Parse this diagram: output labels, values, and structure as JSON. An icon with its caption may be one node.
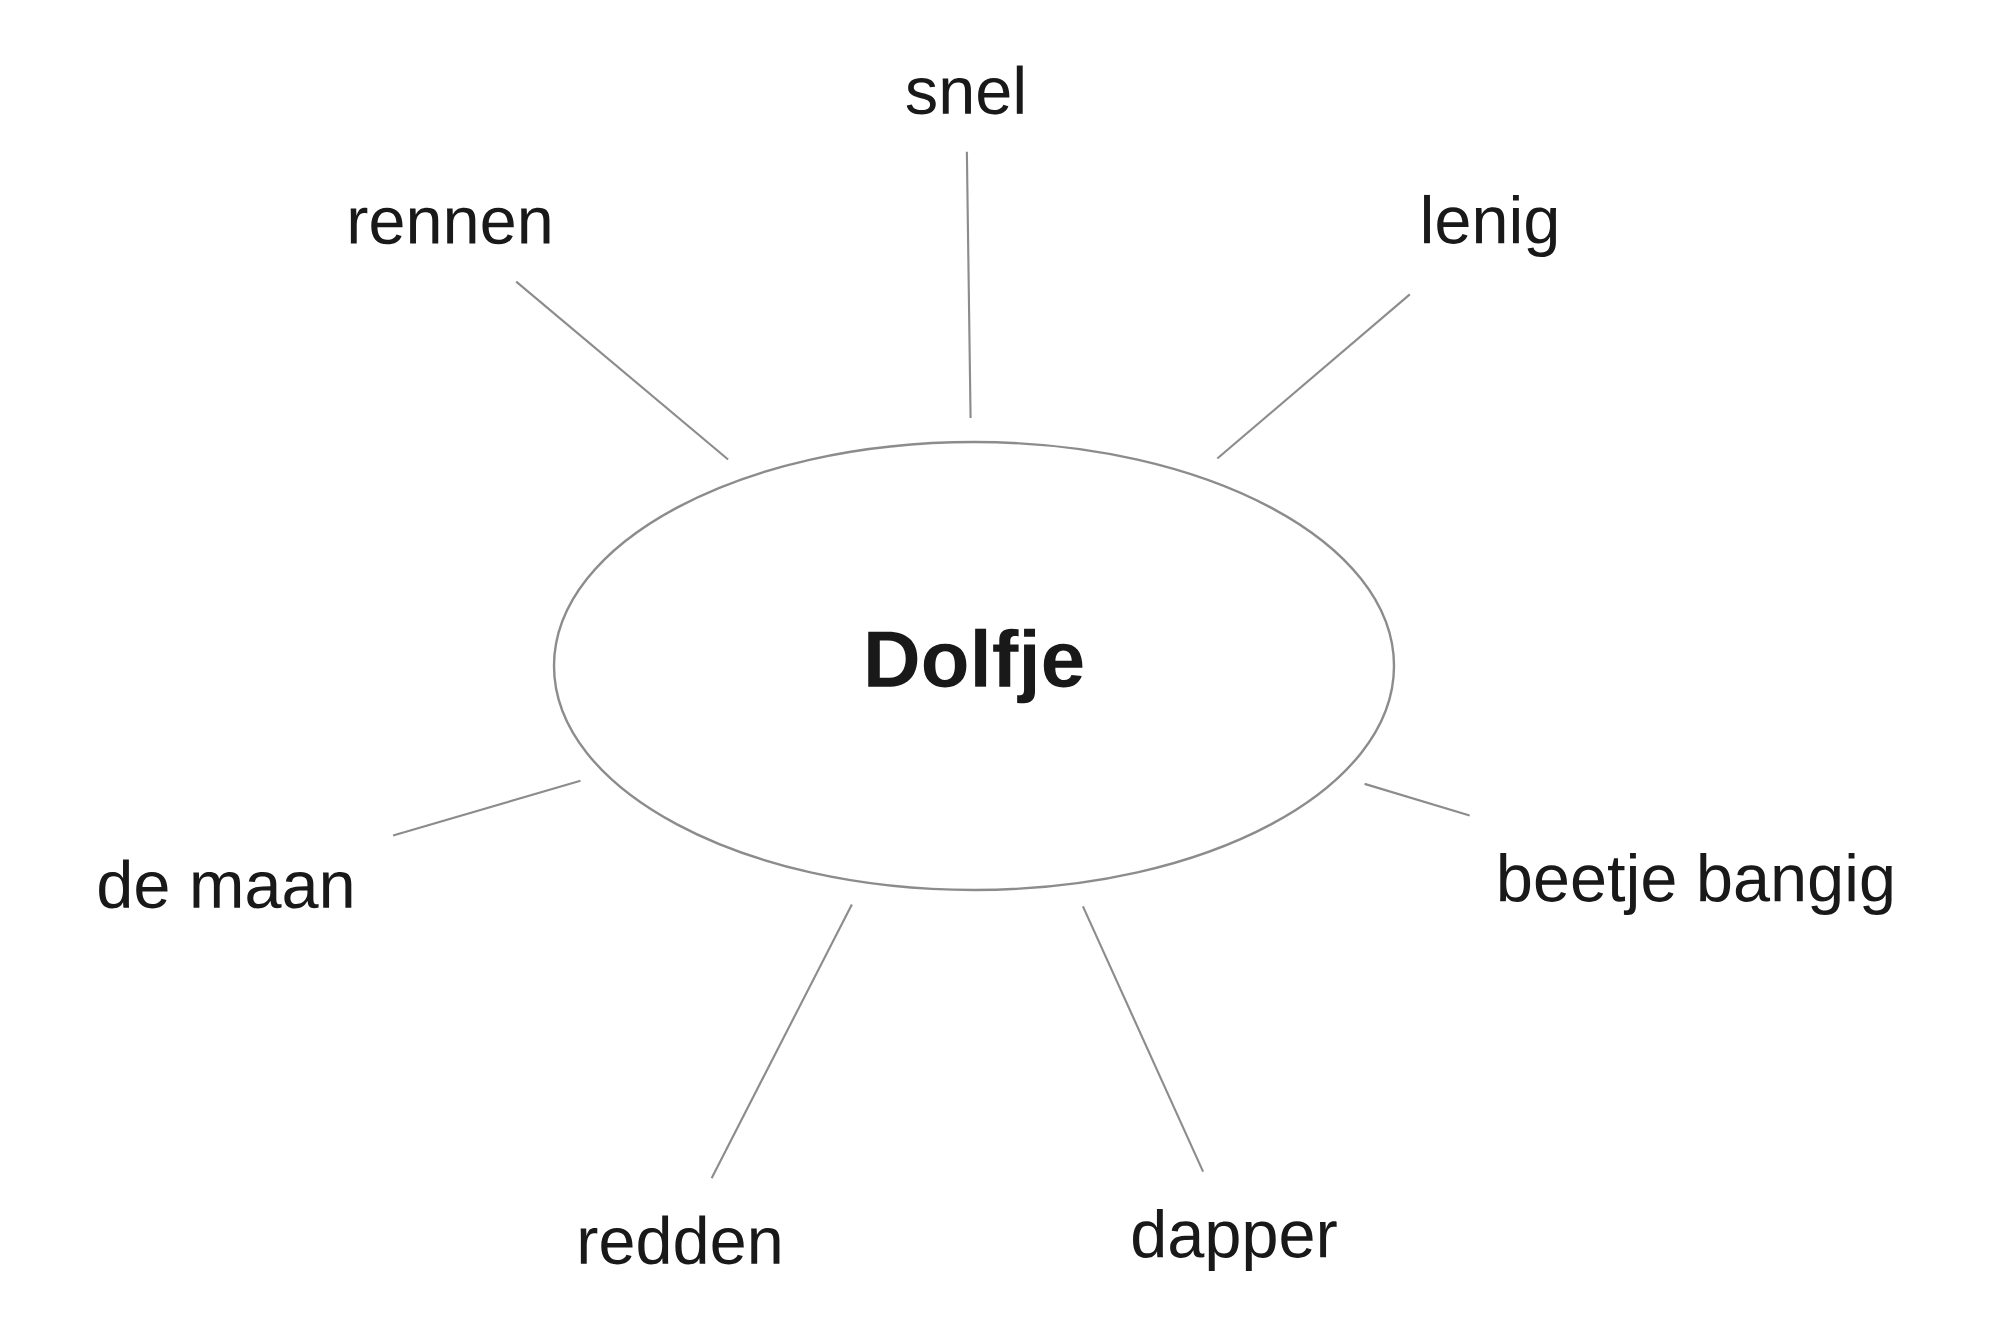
{
  "diagram": {
    "nodes": [
      {
        "text": [
          "snel"
        ]
      },
      {
        "text": [
          "rennen"
        ]
      },
      {
        "text": [
          "lenig"
        ]
      },
      {
        "text": [
          "Dolfje"
        ]
      },
      {
        "text": [
          "de maan"
        ]
      },
      {
        "text": [
          "beetje bangig"
        ]
      },
      {
        "text": [
          "redden"
        ]
      },
      {
        "text": [
          "dapper"
        ]
      }
    ],
    "edges": [
      {
        "from": 3,
        "to": 0,
        "arrow": "none"
      },
      {
        "from": 3,
        "to": 1,
        "arrow": "none"
      },
      {
        "from": 3,
        "to": 2,
        "arrow": "none"
      },
      {
        "from": 3,
        "to": 4,
        "arrow": "none"
      },
      {
        "from": 3,
        "to": 5,
        "arrow": "none"
      },
      {
        "from": 3,
        "to": 6,
        "arrow": "none"
      },
      {
        "from": 3,
        "to": 7,
        "arrow": "none"
      }
    ]
  }
}
